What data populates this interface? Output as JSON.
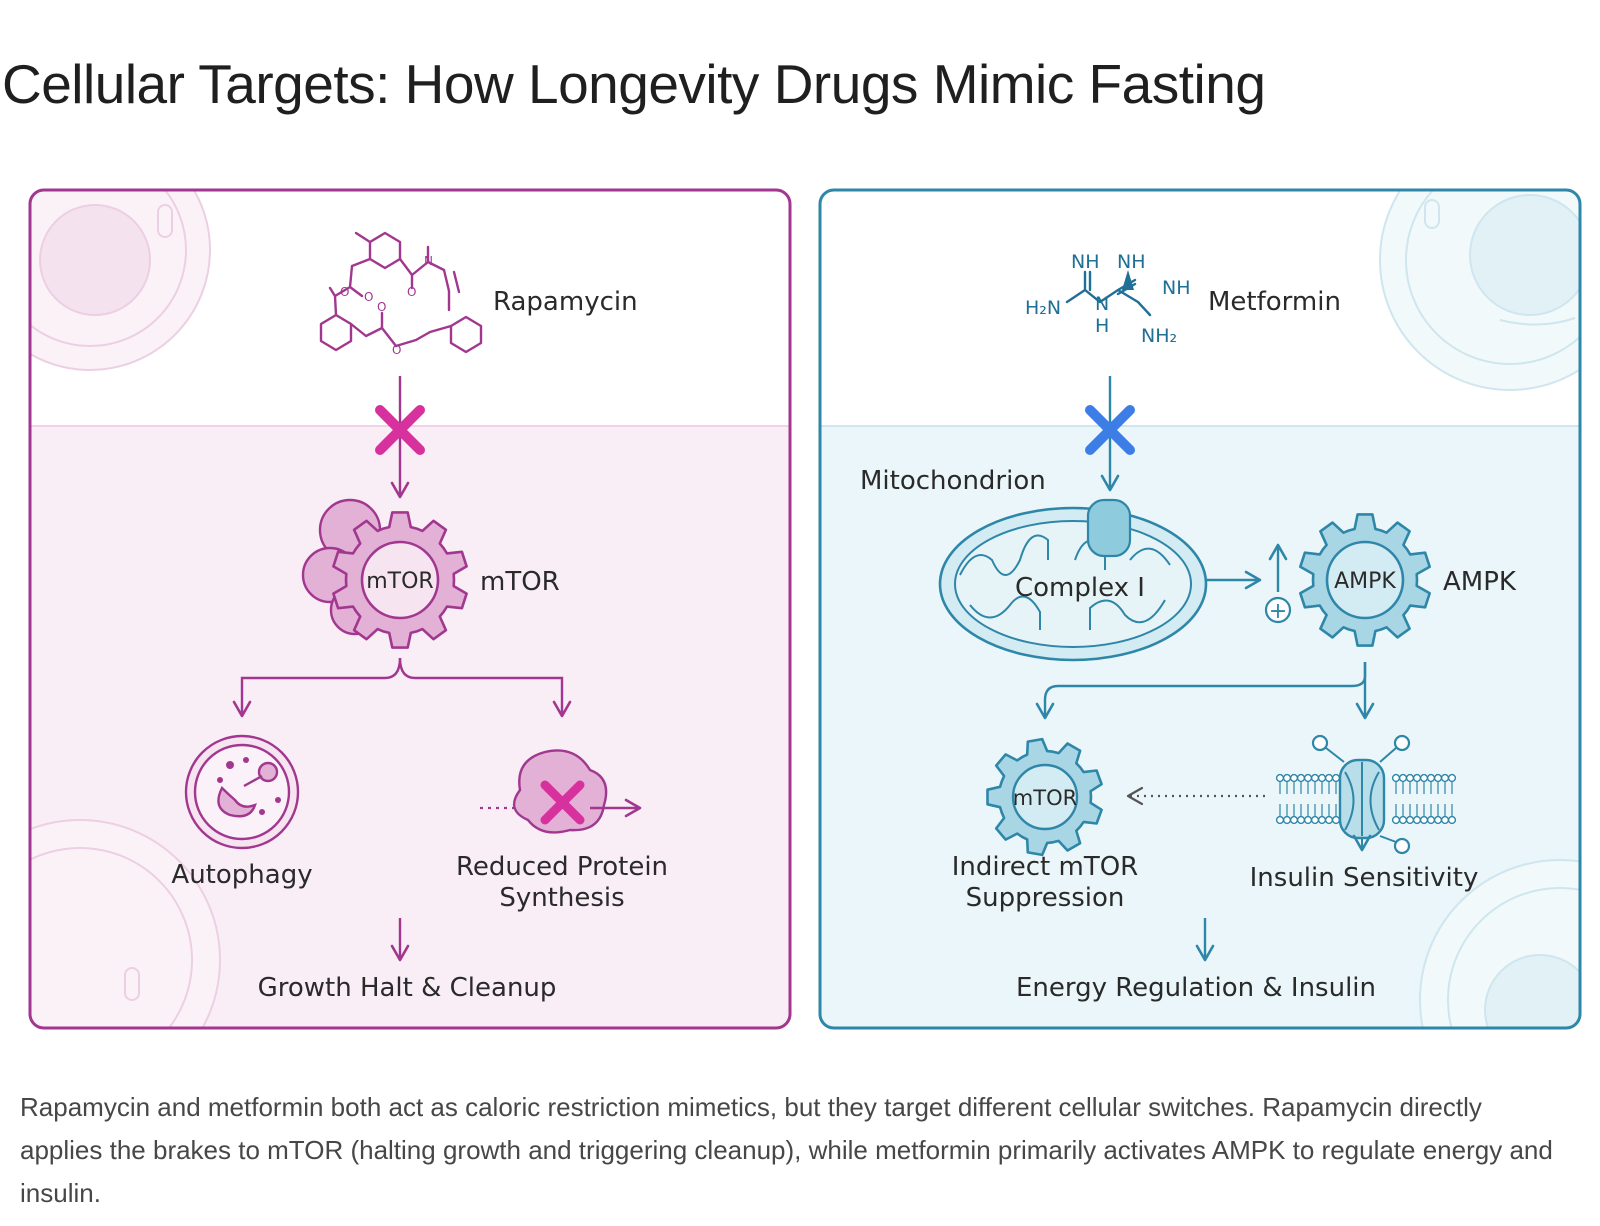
{
  "title": "Cellular Targets: How Longevity Drugs Mimic Fasting",
  "rapamycin_panel": {
    "chem_labels": {
      "n": "N",
      "o1": "O",
      "o2": "O",
      "o3": "O",
      "o4": "O",
      "o5": "O"
    },
    "drug": "Rapamycin",
    "target_gear": "mTOR",
    "target_label": "mTOR",
    "outcome_left": "Autophagy",
    "outcome_right_line1": "Reduced Protein",
    "outcome_right_line2": "Synthesis",
    "result": "Growth Halt & Cleanup",
    "accent": "#a1378f",
    "inhibit_color": "#d6319d",
    "background": "#f9edf6"
  },
  "metformin_panel": {
    "chem_labels": {
      "nh_a": "NH",
      "nh_b": "NH",
      "nh_c": "NH",
      "h2n": "H₂N",
      "n": "N",
      "h": "H",
      "nh2": "NH₂"
    },
    "drug": "Metformin",
    "organelle": "Mitochondrion",
    "complex": "Complex I",
    "activate_symbol": "+",
    "target_gear": "AMPK",
    "target_label": "AMPK",
    "indirect_gear": "mTOR",
    "outcome_left_line1": "Indirect mTOR",
    "outcome_left_line2": "Suppression",
    "outcome_right": "Insulin Sensitivity",
    "result": "Energy Regulation & Insulin",
    "accent": "#2e86a8",
    "inhibit_color": "#3d7ee6",
    "background": "#eaf6f9"
  },
  "caption": "Rapamycin and metformin both act as caloric restriction mimetics, but they target different cellular switches. Rapamycin directly applies the brakes to mTOR (halting growth and triggering cleanup), while metformin primarily activates AMPK to regulate energy and insulin."
}
